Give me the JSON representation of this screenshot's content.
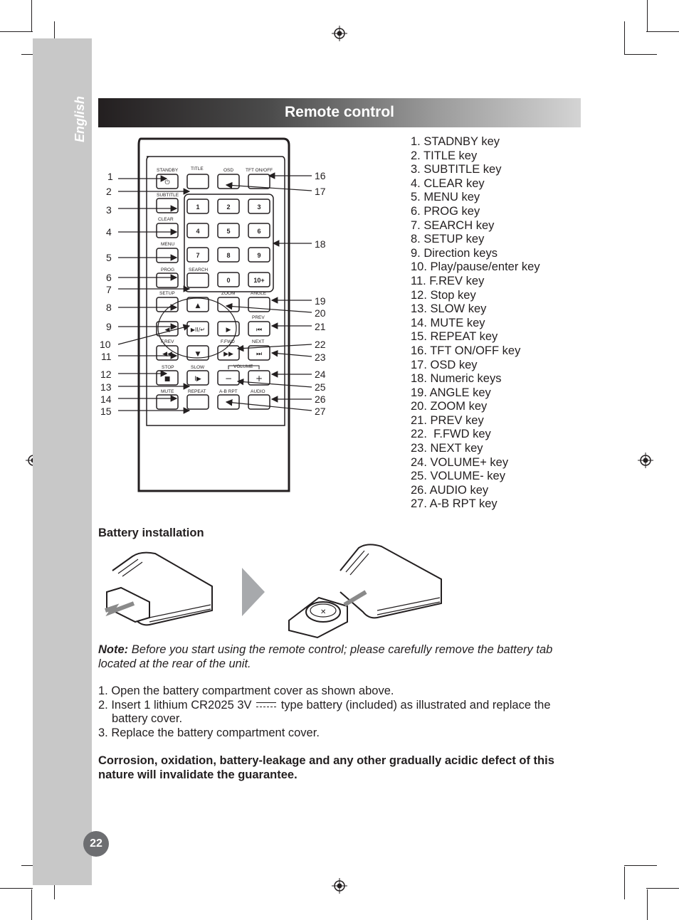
{
  "sidebar": {
    "language": "English",
    "page_number": "22"
  },
  "header": {
    "title": "Remote control"
  },
  "key_list": [
    "1. STADNBY key",
    "2. TITLE key",
    "3. SUBTITLE key",
    "4. CLEAR key",
    "5. MENU key",
    "6. PROG key",
    "7. SEARCH key",
    "8. SETUP key",
    "9. Direction keys",
    "10. Play/pause/enter key",
    "11. F.REV key",
    "12. Stop key",
    "13. SLOW key",
    "14. MUTE key",
    "15. REPEAT key",
    "16. TFT ON/OFF key",
    "17. OSD key",
    "18. Numeric keys",
    "19. ANGLE key",
    "20. ZOOM key",
    "21. PREV key",
    "22.  F.FWD key",
    "23. NEXT key",
    "24. VOLUME+ key",
    "25. VOLUME- key",
    "26. AUDIO key",
    "27. A-B RPT key"
  ],
  "remote": {
    "labels": {
      "standby": "STANDBY",
      "title": "TITLE",
      "osd": "OSD",
      "tft": "TFT ON/OFF",
      "subtitle": "SUBTITLE",
      "clear": "CLEAR",
      "menu": "MENU",
      "prog": "PROG",
      "search": "SEARCH",
      "setup": "SETUP",
      "zoom": "ZOOM",
      "angle": "ANGLE",
      "prev": "PREV",
      "frev": "F.REV",
      "ffwd": "F.FWD",
      "next": "NEXT",
      "stop": "STOP",
      "slow": "SLOW",
      "volume": "VOLUME",
      "mute": "MUTE",
      "repeat": "REPEAT",
      "abrpt": "A-B RPT",
      "audio": "AUDIO"
    },
    "numeric_keys": [
      "1",
      "2",
      "3",
      "4",
      "5",
      "6",
      "7",
      "8",
      "9",
      "0",
      "10+"
    ],
    "callouts_left": [
      "1",
      "2",
      "3",
      "4",
      "5",
      "6",
      "7",
      "8",
      "9",
      "10",
      "11",
      "12",
      "13",
      "14",
      "15"
    ],
    "callouts_right": [
      "16",
      "17",
      "18",
      "19",
      "20",
      "21",
      "22",
      "23",
      "24",
      "25",
      "26",
      "27"
    ]
  },
  "battery": {
    "heading": "Battery installation",
    "note_label": "Note:",
    "note_text": " Before you start using the remote control; please carefully remove the battery tab located at the rear of the unit.",
    "step1": "1. Open the battery compartment cover as shown above.",
    "step2a": "2. Insert 1 lithium CR2025 3V",
    "step2b": "type battery (included) as illustrated and replace the",
    "step2c": "battery cover.",
    "step3": "3. Replace the battery compartment cover.",
    "warning": "Corrosion, oxidation, battery-leakage and any other gradually acidic defect of this nature will invalidate the guarantee."
  }
}
